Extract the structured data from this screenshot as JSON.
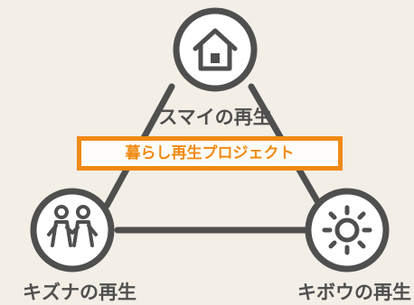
{
  "center": {
    "label": "暮らし再生プロジェクト"
  },
  "nodes": [
    {
      "label": "スマイの再生",
      "icon": "house-icon"
    },
    {
      "label": "キズナの再生",
      "icon": "people-holding-hands-icon"
    },
    {
      "label": "キボウの再生",
      "icon": "sun-icon"
    }
  ],
  "colors": {
    "background": "#f3eee6",
    "circle_stroke": "#4f4f4f",
    "accent": "#ef8a12",
    "text": "#4f4f4f"
  }
}
